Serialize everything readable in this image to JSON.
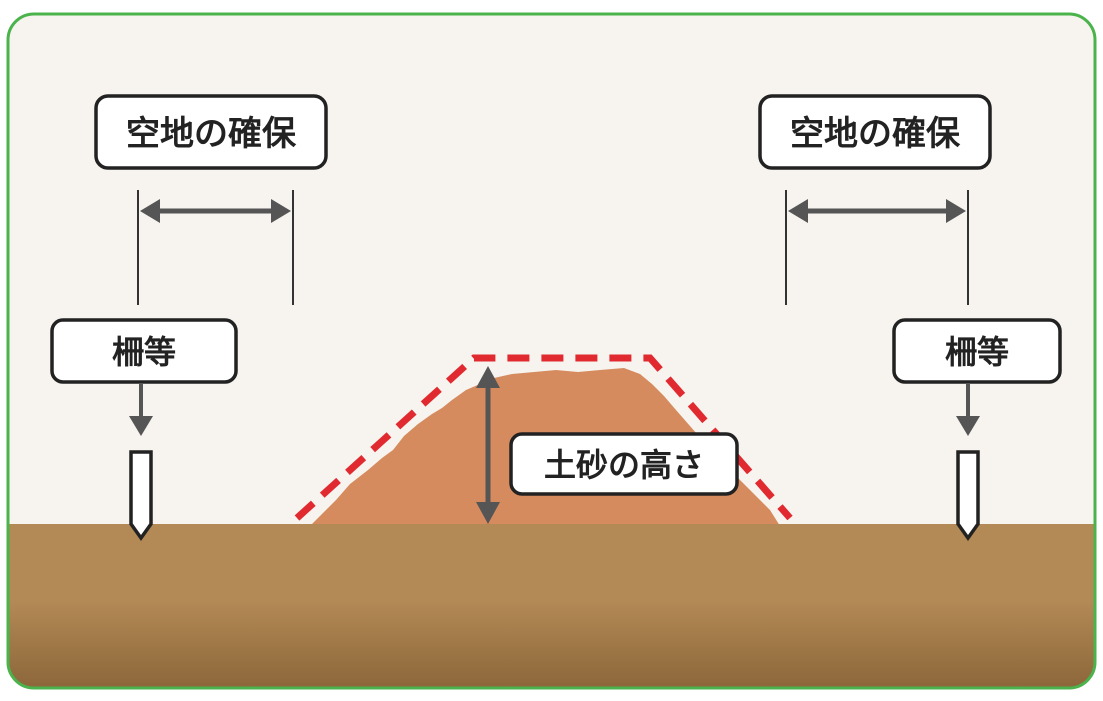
{
  "colors": {
    "frame_border": "#4bb34b",
    "sky": "#f7f4ef",
    "ground_top": "#b38a56",
    "ground_bottom": "#8a6438",
    "soil_pile": "#d68b5e",
    "outline_dashed": "#e02a2f",
    "arrow": "#555555",
    "label_border": "#222222",
    "label_fill": "#ffffff",
    "label_text": "#222222"
  },
  "labels": {
    "clearance_left": "空地の確保",
    "clearance_right": "空地の確保",
    "fence_left": "柵等",
    "fence_right": "柵等",
    "soil_height": "土砂の高さ"
  },
  "icons": {
    "fence_post": "fence-post-icon",
    "arrow": "arrow-icon"
  }
}
